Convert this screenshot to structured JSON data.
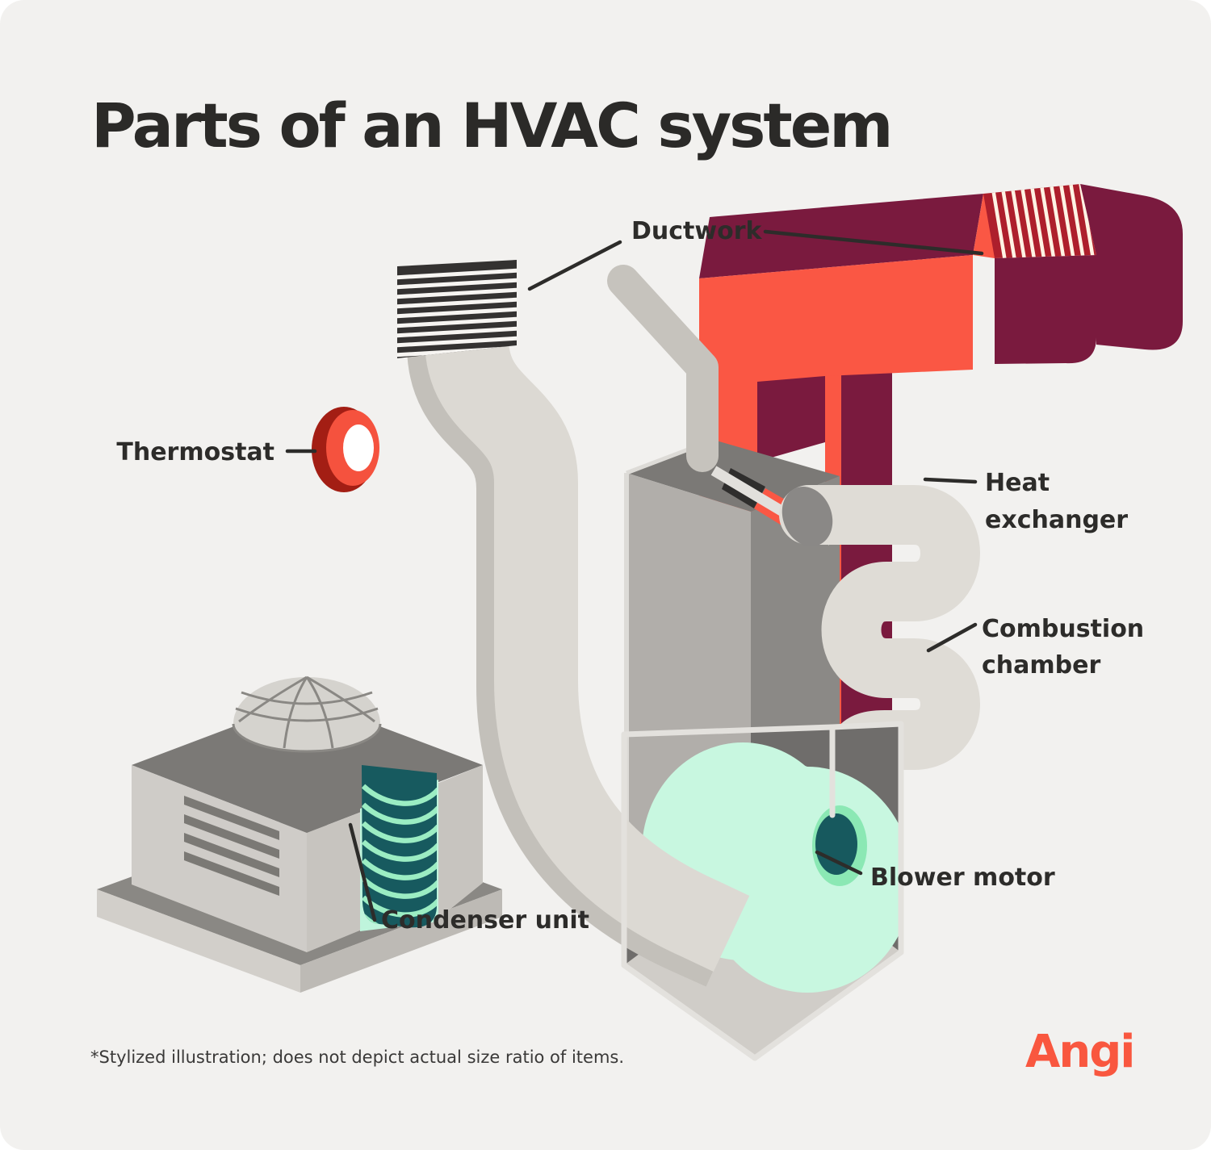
{
  "title": "Parts of an HVAC system",
  "labels": {
    "ductwork": "Ductwork",
    "thermostat": "Thermostat",
    "heat_exchanger_line1": "Heat",
    "heat_exchanger_line2": "exchanger",
    "combustion_line1": "Combustion",
    "combustion_line2": "chamber",
    "blower_motor": "Blower motor",
    "condenser_unit": "Condenser unit"
  },
  "footnote": "*Stylized illustration; does not depict actual size ratio of items.",
  "brand": {
    "name": "Angi",
    "color": "#F9573F"
  },
  "parts": [
    "Ductwork",
    "Thermostat",
    "Heat exchanger",
    "Combustion chamber",
    "Blower motor",
    "Condenser unit"
  ],
  "colors": {
    "background": "#F2F1EF",
    "text_dark": "#2D2C2A",
    "coral_red": "#FA5744",
    "maroon": "#7A1A3E",
    "brick_vent": "#AD1F2C",
    "vent_stripe_cream": "#FFF3E4",
    "duct_gray_light": "#DCD9D3",
    "duct_gray_shadow": "#C3C0BA",
    "tube_gray": "#DFDCD6",
    "furnace_front": "#B1AEAA",
    "furnace_side": "#8B8986",
    "furnace_top": "#7B7976",
    "box_interior": "#6F6D6B",
    "frame_light": "#E3E1DD",
    "register_dark": "#343231",
    "mint_pale": "#C8F7E0",
    "mint_ring": "#8BE8B4",
    "teal_dark": "#17595E"
  }
}
